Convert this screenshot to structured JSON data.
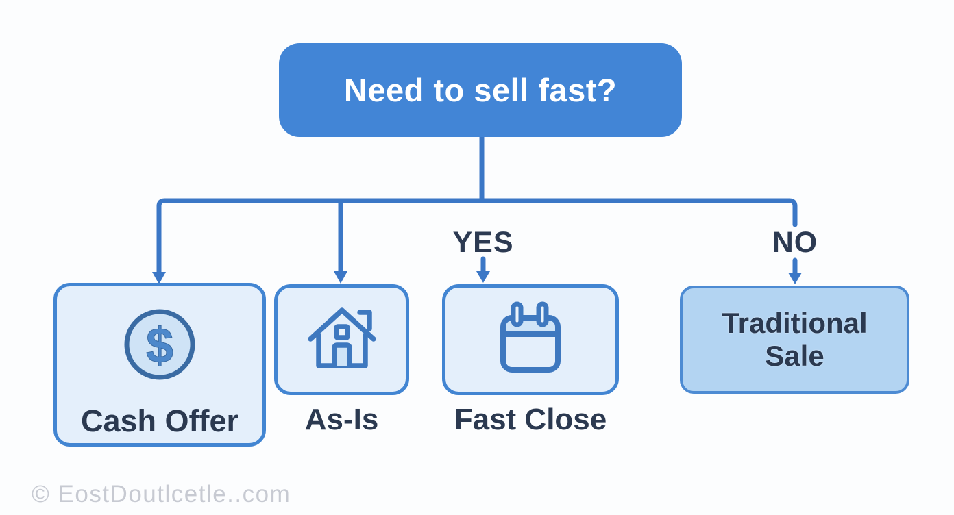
{
  "diagram": {
    "question": {
      "label": "Need to sell fast?"
    },
    "branch_labels": {
      "yes": "YES",
      "no": "NO"
    },
    "options": [
      {
        "id": "cash-offer",
        "label": "Cash Offer",
        "icon": "dollar-circle-icon",
        "label_position": "inside"
      },
      {
        "id": "as-is",
        "label": "As-Is",
        "icon": "house-icon",
        "label_position": "below"
      },
      {
        "id": "fast-close",
        "label": "Fast Close",
        "icon": "calendar-icon",
        "label_position": "below"
      },
      {
        "id": "traditional-sale",
        "label": "Traditional Sale",
        "icon": "none",
        "label_position": "inside"
      }
    ],
    "watermark": "© EostDoutlcetle..com",
    "colors": {
      "question_box_fill": "#4285d6",
      "question_text": "#ffffff",
      "connector": "#3b77c6",
      "option_box_fill": "#e4effb",
      "option_box_border": "#4285d2",
      "traditional_box_fill": "#b3d4f2",
      "traditional_box_border": "#4d8bd3",
      "label_text": "#2b3950",
      "branch_label_text": "#2c3a52",
      "icon_stroke": "#3e78bf",
      "icon_fill_light": "#cfe4f7",
      "dollar_glyph": "#4d88cb",
      "watermark_text": "#c7cad2"
    }
  }
}
